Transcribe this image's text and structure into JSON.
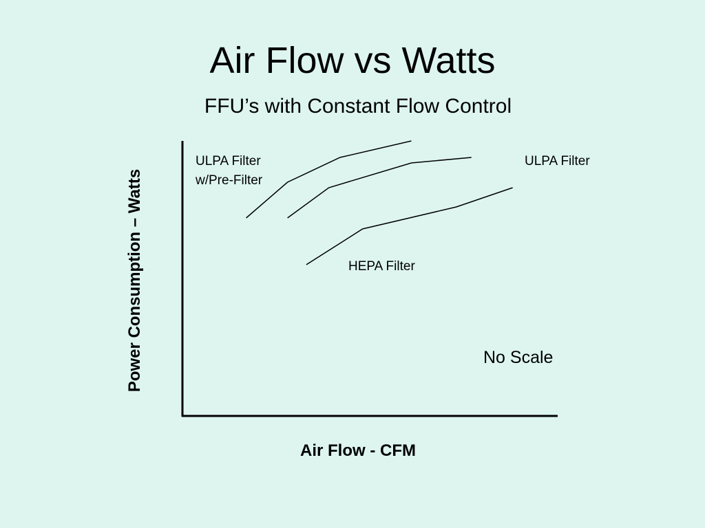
{
  "page": {
    "background": "#ddf5ee",
    "title": "Air Flow vs Watts",
    "subtitle": "FFU’s with Constant Flow Control"
  },
  "chart_data": {
    "type": "line",
    "xlabel": "Air Flow - CFM",
    "ylabel": "Power Consumption – Watts",
    "grid": false,
    "annotation": "No Scale",
    "series": [
      {
        "name": "ULPA Filter w/Pre-Filter",
        "label_lines": [
          "ULPA Filter",
          "w/Pre-Filter"
        ],
        "color": "#000000",
        "points": [
          [
            0.17,
            0.72
          ],
          [
            0.28,
            0.85
          ],
          [
            0.42,
            0.94
          ],
          [
            0.61,
            1.0
          ]
        ]
      },
      {
        "name": "ULPA Filter",
        "label_lines": [
          "ULPA Filter"
        ],
        "color": "#000000",
        "points": [
          [
            0.28,
            0.72
          ],
          [
            0.39,
            0.83
          ],
          [
            0.61,
            0.92
          ],
          [
            0.77,
            0.94
          ]
        ]
      },
      {
        "name": "HEPA Filter",
        "label_lines": [
          "HEPA Filter"
        ],
        "color": "#000000",
        "points": [
          [
            0.33,
            0.55
          ],
          [
            0.48,
            0.68
          ],
          [
            0.73,
            0.76
          ],
          [
            0.88,
            0.83
          ]
        ]
      }
    ]
  }
}
